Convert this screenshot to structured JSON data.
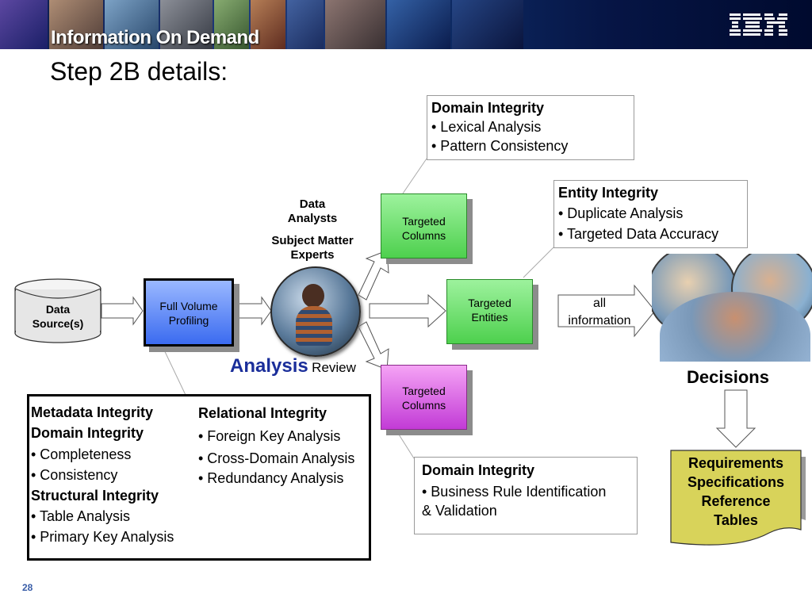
{
  "header": {
    "banner_title": "Information On Demand",
    "logo": "IBM"
  },
  "slide": {
    "title": "Step 2B details:",
    "page_number": "28"
  },
  "roles": {
    "line1": "Data",
    "line2": "Analysts",
    "line3": "Subject Matter",
    "line4": "Experts"
  },
  "data_source": {
    "line1": "Data",
    "line2": "Source(s)"
  },
  "profiling": {
    "line1": "Full Volume",
    "line2": "Profiling"
  },
  "analysis": {
    "word": "Analysis",
    "review": "Review"
  },
  "targets": {
    "top": {
      "line1": "Targeted",
      "line2": "Columns"
    },
    "middle": {
      "line1": "Targeted",
      "line2": "Entities"
    },
    "bottom": {
      "line1": "Targeted",
      "line2": "Columns"
    }
  },
  "callouts": {
    "domain_top": {
      "heading": "Domain Integrity",
      "items": [
        "• Lexical Analysis",
        "• Pattern Consistency"
      ]
    },
    "entity": {
      "heading": "Entity Integrity",
      "items": [
        "• Duplicate Analysis",
        "• Targeted Data Accuracy"
      ]
    },
    "domain_bottom": {
      "heading": "Domain Integrity",
      "line1": "•  Business Rule Identification",
      "line2": "&  Validation"
    }
  },
  "all_information": {
    "line1": "all",
    "line2": "information"
  },
  "decisions": "Decisions",
  "requirements_doc": {
    "line1": "Requirements",
    "line2": "Specifications",
    "line3": "Reference",
    "line4": "Tables"
  },
  "integrity_panel": {
    "left": [
      "Metadata Integrity",
      "Domain Integrity",
      "• Completeness",
      "• Consistency",
      "Structural Integrity",
      "• Table Analysis",
      "• Primary Key Analysis"
    ],
    "right_heading": "Relational Integrity",
    "right": [
      "• Foreign Key Analysis",
      "• Cross-Domain Analysis",
      "• Redundancy Analysis"
    ]
  },
  "colors": {
    "profiling_blue": "#3b6bf0",
    "target_green": "#4ed04e",
    "target_purple": "#c23bd6",
    "doc_yellow": "#d8d35a",
    "analysis_blue": "#1a2e9a"
  }
}
